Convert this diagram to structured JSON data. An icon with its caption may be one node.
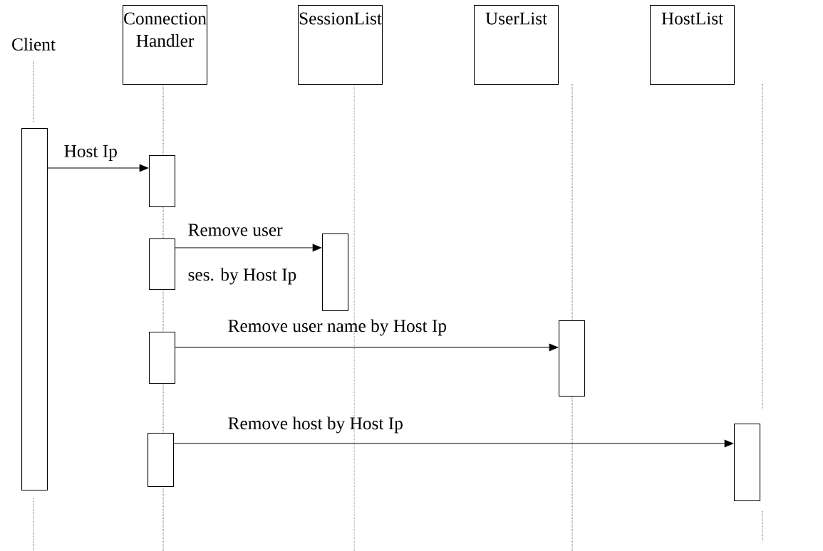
{
  "diagram": {
    "nodes": [
      {
        "text": [
          "Client"
        ]
      },
      {
        "text": [
          "Connection Handler"
        ]
      },
      {
        "text": [
          "SessionList"
        ]
      },
      {
        "text": [
          "UserList"
        ]
      },
      {
        "text": [
          "HostList"
        ]
      },
      {
        "text": [],
        "shape": "bar"
      },
      {
        "text": [],
        "shape": "bar"
      },
      {
        "text": [],
        "shape": "bar"
      },
      {
        "text": [],
        "shape": "bar"
      },
      {
        "text": [],
        "shape": "bar"
      },
      {
        "text": [],
        "shape": "bar"
      },
      {
        "text": [],
        "shape": "bar"
      },
      {
        "text": [],
        "shape": "bar"
      }
    ],
    "edges": [
      {
        "from": 5,
        "to": 6,
        "arrow": "to",
        "label": "Host Ip"
      },
      {
        "from": 7,
        "to": 8,
        "arrow": "to",
        "label": "Remove user"
      },
      {
        "from": 9,
        "to": 10,
        "arrow": "to",
        "label": "Remove user name by Host Ip"
      },
      {
        "from": 11,
        "to": 12,
        "arrow": "to",
        "label": "Remove host by Host Ip"
      }
    ],
    "labels": [
      "ses. by Host Ip"
    ]
  }
}
